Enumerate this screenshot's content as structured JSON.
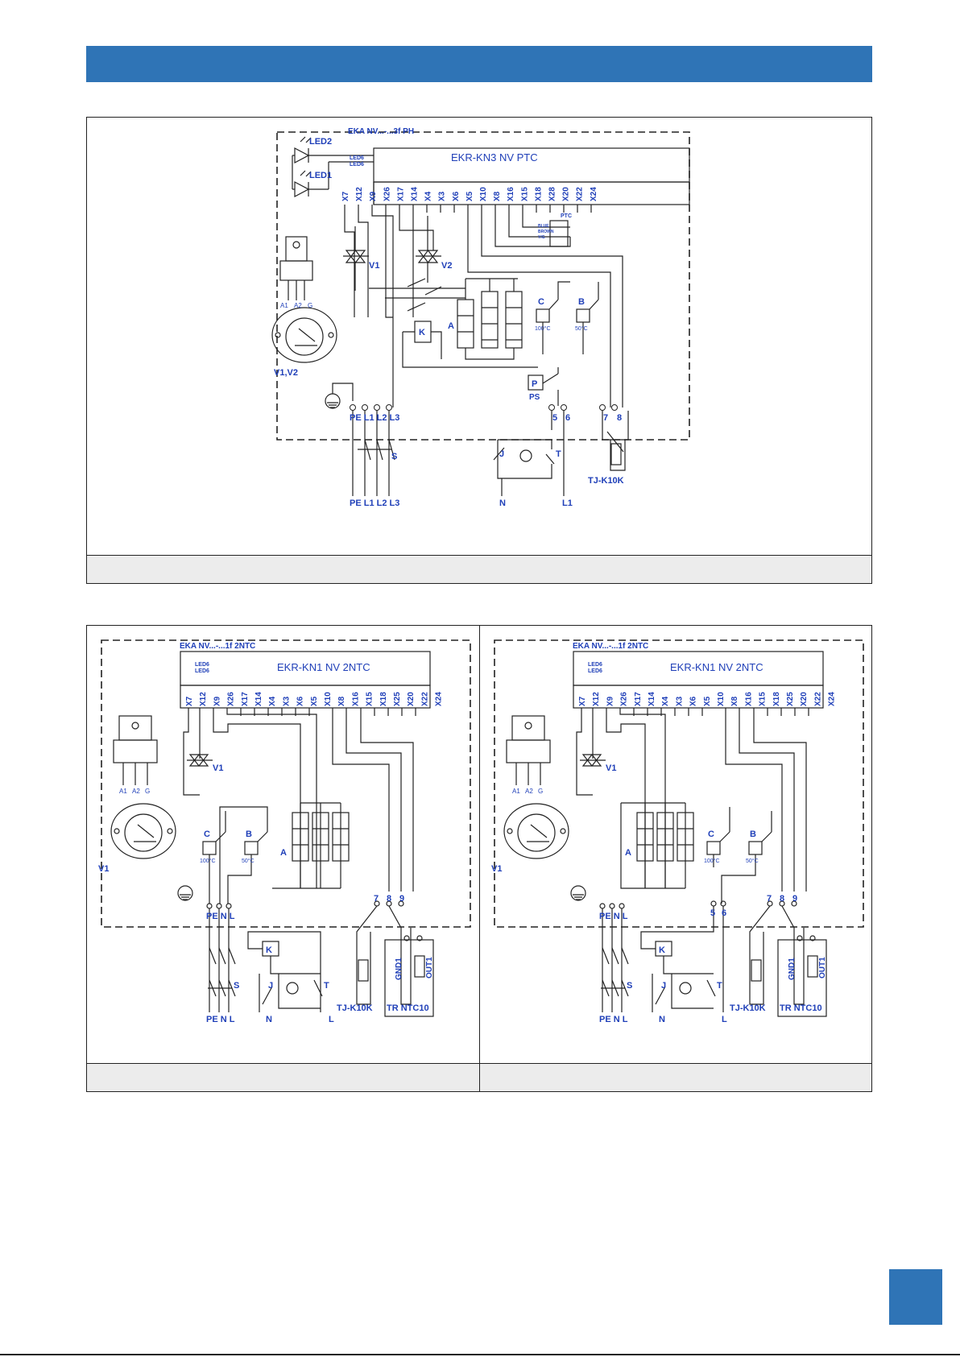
{
  "colors": {
    "accent": "#2f74b6",
    "label": "#1f3fb8",
    "caption_bg": "#ececec"
  },
  "diagram1": {
    "model": "EKA NV...-...3f PH",
    "board": "EKR-KN3 NV PTC",
    "led2": "LED2",
    "led1": "LED1",
    "led6a": "LED6",
    "led6b": "LED6",
    "terminals": [
      "X7",
      "X12",
      "X9",
      "X26",
      "X17",
      "X14",
      "X4",
      "X3",
      "X6",
      "X5",
      "X10",
      "X8",
      "X16",
      "X15",
      "X18",
      "X28",
      "X20",
      "X22",
      "X24"
    ],
    "ptc": "PTC",
    "blue": "BLUE",
    "brown": "BROWN",
    "yg": "Y/G",
    "v1": "V1",
    "v2": "V2",
    "k": "K",
    "a": "A",
    "c": "C",
    "b": "B",
    "c_temp": "100°C",
    "b_temp": "50°C",
    "p": "P",
    "ps": "PS",
    "triac_pins": [
      "A1",
      "A2",
      "G"
    ],
    "v1v2": "V1,V2",
    "pe_bottom": "PE L1 L2 L3",
    "pe_top": "PE L1 L2 L3",
    "t5": "5",
    "t6": "6",
    "t7": "7",
    "t8": "8",
    "j": "J",
    "t": "T",
    "s": "S",
    "n": "N",
    "l1": "L1",
    "sensor": "TJ-K10K"
  },
  "diagram2": {
    "model": "EKA NV...-...1f 2NTC",
    "board": "EKR-KN1 NV 2NTC",
    "led6a": "LED6",
    "led6b": "LED6",
    "terminals": [
      "X7",
      "X12",
      "X9",
      "X26",
      "X17",
      "X14",
      "X4",
      "X3",
      "X6",
      "X5",
      "X10",
      "X8",
      "X16",
      "X15",
      "X18",
      "X25",
      "X20",
      "X22",
      "X24"
    ],
    "v1": "V1",
    "c": "C",
    "b": "B",
    "c_temp": "100°C",
    "b_temp": "50°C",
    "a": "A",
    "k": "K",
    "j": "J",
    "t": "T",
    "s": "S",
    "pen": "PE N L",
    "n": "N",
    "l": "L",
    "t7": "7",
    "t8": "8",
    "t9": "9",
    "gnd1": "GND1",
    "out1": "OUT1",
    "sensor": "TJ-K10K",
    "ntc": "TR NTC10",
    "triac_pins": [
      "A1",
      "A2",
      "G"
    ]
  },
  "diagram3": {
    "model": "EKA NV...-...1f 2NTC",
    "board": "EKR-KN1 NV 2NTC",
    "led6a": "LED6",
    "led6b": "LED6",
    "terminals": [
      "X7",
      "X12",
      "X9",
      "X26",
      "X17",
      "X14",
      "X4",
      "X3",
      "X6",
      "X5",
      "X10",
      "X8",
      "X16",
      "X15",
      "X18",
      "X25",
      "X20",
      "X22",
      "X24"
    ],
    "v1": "V1",
    "c": "C",
    "b": "B",
    "c_temp": "100°C",
    "b_temp": "50°C",
    "a": "A",
    "k": "K",
    "j": "J",
    "t": "T",
    "s": "S",
    "pen": "PE N L",
    "n": "N",
    "l": "L",
    "t5": "5",
    "t6": "6",
    "t7": "7",
    "t8": "8",
    "t9": "9",
    "gnd1": "GND1",
    "out1": "OUT1",
    "sensor": "TJ-K10K",
    "ntc": "TR NTC10",
    "triac_pins": [
      "A1",
      "A2",
      "G"
    ]
  }
}
